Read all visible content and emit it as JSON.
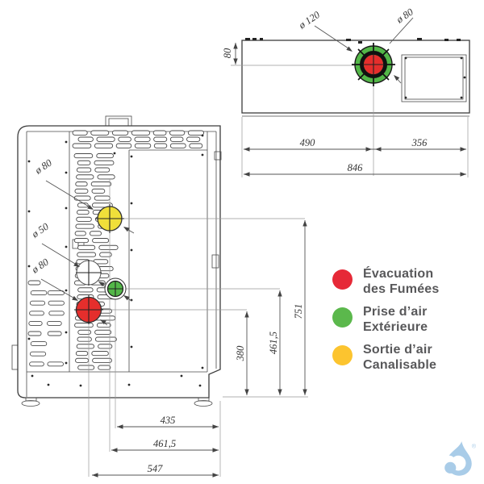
{
  "top_view": {
    "dims": {
      "offset_80": "80",
      "diam_flue_collar": "ø 120",
      "diam_flue_pipe": "ø 80",
      "left_490": "490",
      "right_356": "356",
      "total_846": "846"
    }
  },
  "rear_view": {
    "port_labels": {
      "duct_outlet": "ø 80",
      "air_intake": "ø 50",
      "flue_outlet": "ø 80"
    },
    "dims": {
      "height_flue_380": "380",
      "height_intake_461_5": "461,5",
      "height_duct_751": "751",
      "width_435": "435",
      "width_461_5": "461,5",
      "width_547": "547"
    }
  },
  "legend": {
    "items": [
      {
        "id": "evacuation-fumees",
        "line1": "Évacuation",
        "line2": "des Fumées",
        "color": "#e62937"
      },
      {
        "id": "prise-air-exterieure",
        "line1": "Prise d’air",
        "line2": "Extérieure",
        "color": "#5bb84c"
      },
      {
        "id": "sortie-air-canalisable",
        "line1": "Sortie d’air",
        "line2": "Canalisable",
        "color": "#fcc42f"
      }
    ]
  },
  "logo": {
    "registered_mark": "®"
  },
  "colors": {
    "flue_red": "#e52e2c",
    "air_green": "#53b748",
    "duct_yellow": "#f0df3a",
    "legend_text_gray": "#58585a",
    "logo_blue": "#a9cce8"
  }
}
